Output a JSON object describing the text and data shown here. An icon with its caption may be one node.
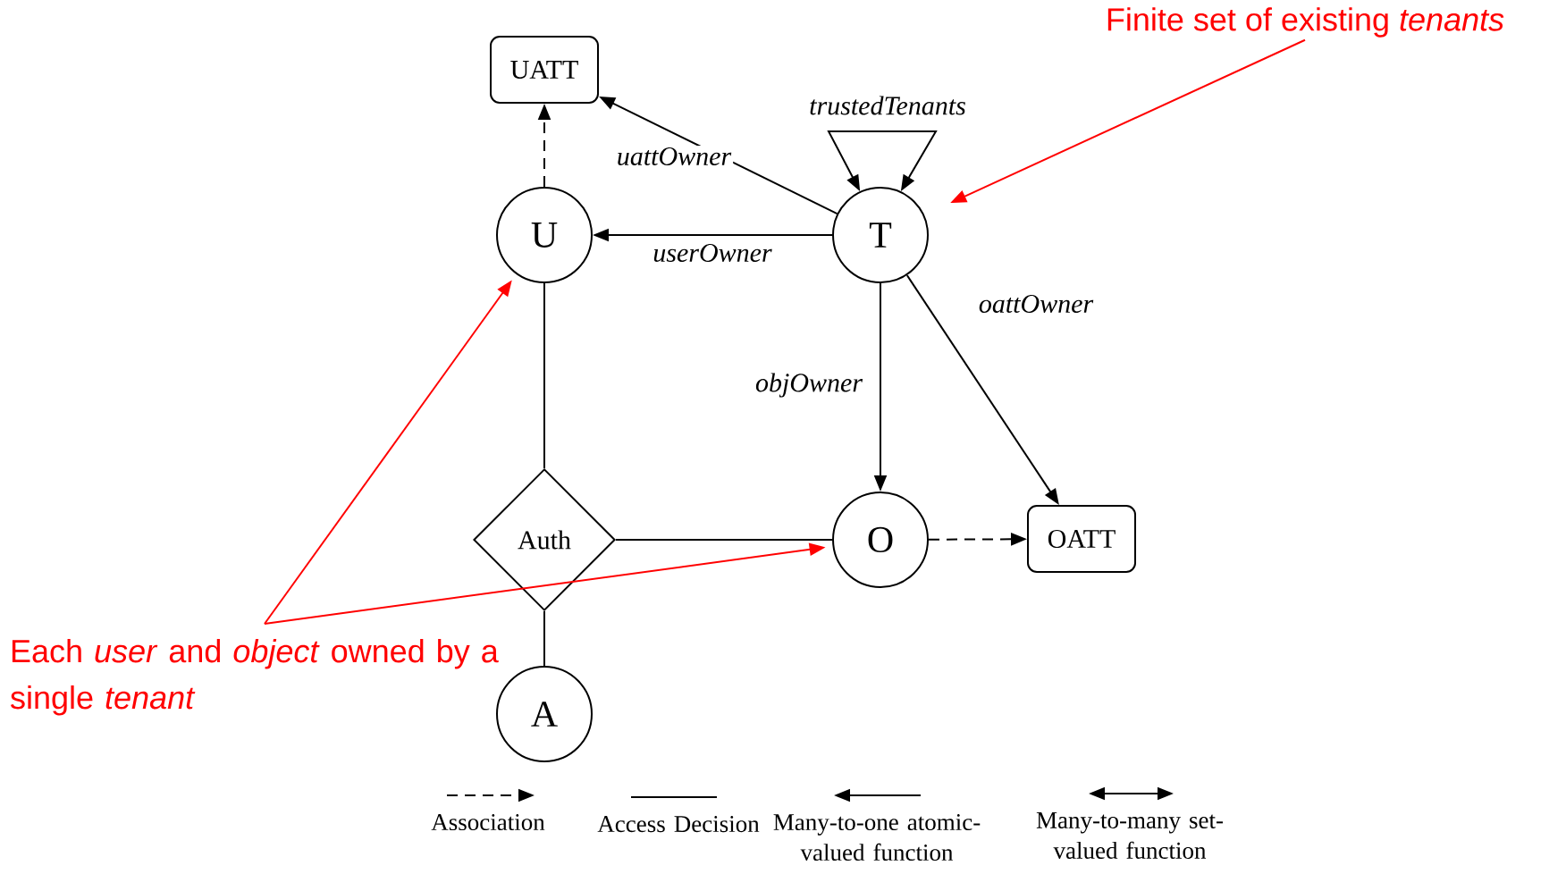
{
  "diagram": {
    "nodes": [
      {
        "text": [
          "UATT"
        ]
      },
      {
        "text": [
          "U"
        ]
      },
      {
        "text": [
          "T"
        ]
      },
      {
        "text": [
          "Auth"
        ]
      },
      {
        "text": [
          "O"
        ]
      },
      {
        "text": [
          "OATT"
        ]
      },
      {
        "text": [
          "A"
        ]
      },
      {
        "text": [
          "Finite set of existing *tenants*"
        ]
      },
      {
        "text": [
          "Each *user* and *object* owned by a single *tenant*"
        ]
      }
    ],
    "edges": [
      {
        "from": 1,
        "to": 0,
        "arrow": "to",
        "style": "dashed"
      },
      {
        "from": 2,
        "to": 0,
        "arrow": "to",
        "label": "uattOwner"
      },
      {
        "from": 2,
        "to": 2,
        "arrow": "both",
        "label": "trustedTenants"
      },
      {
        "from": 2,
        "to": 1,
        "arrow": "to",
        "label": "userOwner"
      },
      {
        "from": 2,
        "to": 4,
        "arrow": "to",
        "label": "objOwner"
      },
      {
        "from": 2,
        "to": 5,
        "arrow": "to",
        "label": "oattOwner"
      },
      {
        "from": 1,
        "to": 3,
        "arrow": "none"
      },
      {
        "from": 3,
        "to": 4,
        "arrow": "none"
      },
      {
        "from": 3,
        "to": 6,
        "arrow": "none"
      },
      {
        "from": 4,
        "to": 5,
        "arrow": "to",
        "style": "dashed"
      },
      {
        "from": 7,
        "to": 2,
        "arrow": "to",
        "color": "#ff0000"
      },
      {
        "from": 8,
        "to": 1,
        "arrow": "to",
        "color": "#ff0000"
      },
      {
        "from": 8,
        "to": 4,
        "arrow": "to",
        "color": "#ff0000"
      }
    ],
    "legend": [
      {
        "text": "Association"
      },
      {
        "text": "Access Decision"
      },
      {
        "text": "Many-to-one atomic-valued function"
      },
      {
        "text": "Many-to-many set-valued function"
      }
    ]
  }
}
